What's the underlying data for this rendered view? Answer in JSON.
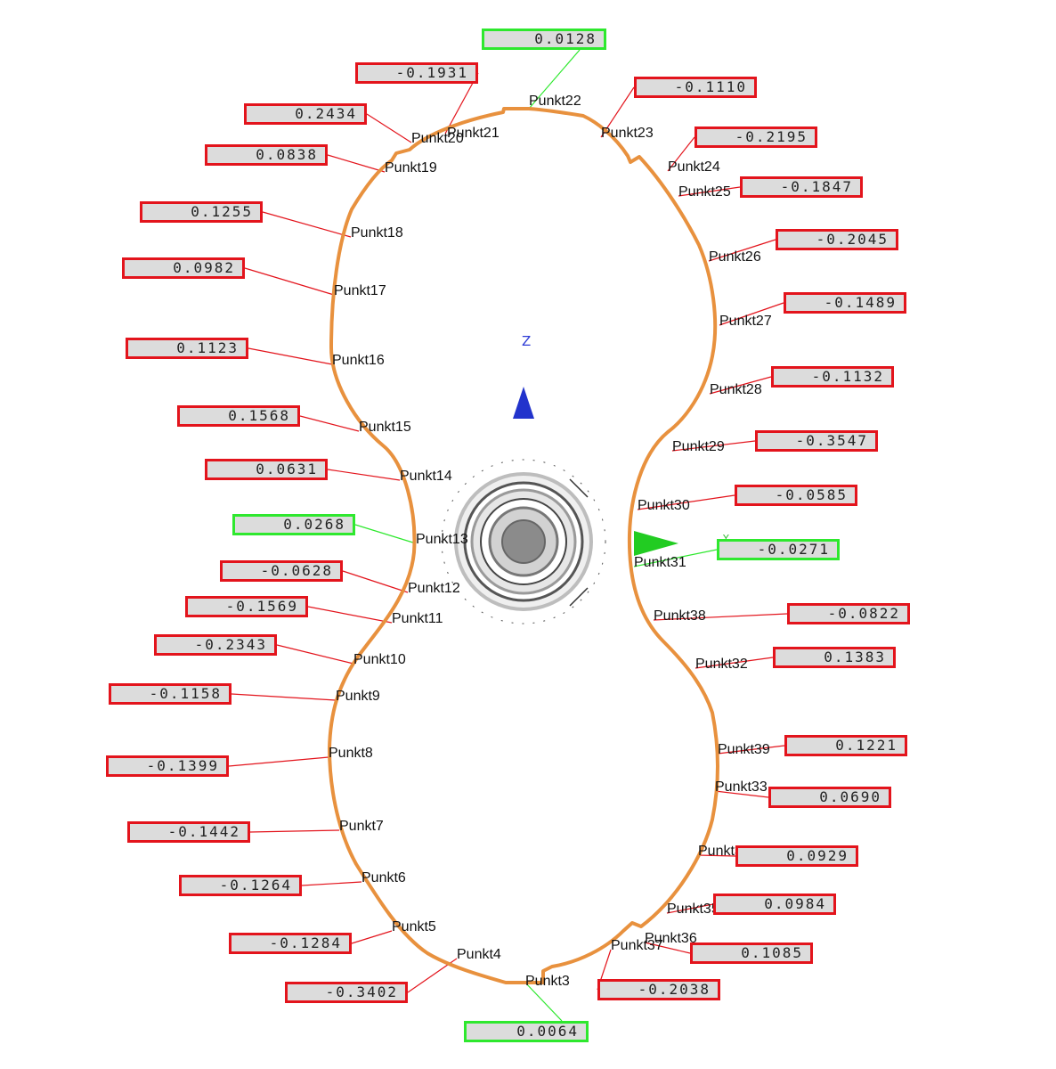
{
  "axis": {
    "z_label": "Z",
    "y_label": "Y"
  },
  "colors": {
    "contour": "#e8913e",
    "fail": "#e3141c",
    "pass": "#2ee82e",
    "box_fill": "#dcdcdc"
  },
  "points": [
    {
      "label": "Punkt22",
      "value": "0.0128",
      "status": "pass"
    },
    {
      "label": "Punkt21",
      "value": "-0.1931",
      "status": "fail"
    },
    {
      "label": "Punkt20",
      "value": "0.2434",
      "status": "fail"
    },
    {
      "label": "Punkt19",
      "value": "0.0838",
      "status": "fail"
    },
    {
      "label": "Punkt18",
      "value": "0.1255",
      "status": "fail"
    },
    {
      "label": "Punkt17",
      "value": "0.0982",
      "status": "fail"
    },
    {
      "label": "Punkt16",
      "value": "0.1123",
      "status": "fail"
    },
    {
      "label": "Punkt15",
      "value": "0.1568",
      "status": "fail"
    },
    {
      "label": "Punkt14",
      "value": "0.0631",
      "status": "fail"
    },
    {
      "label": "Punkt13",
      "value": "0.0268",
      "status": "pass"
    },
    {
      "label": "Punkt12",
      "value": "-0.0628",
      "status": "fail"
    },
    {
      "label": "Punkt11",
      "value": "-0.1569",
      "status": "fail"
    },
    {
      "label": "Punkt10",
      "value": "-0.2343",
      "status": "fail"
    },
    {
      "label": "Punkt9",
      "value": "-0.1158",
      "status": "fail"
    },
    {
      "label": "Punkt8",
      "value": "-0.1399",
      "status": "fail"
    },
    {
      "label": "Punkt7",
      "value": "-0.1442",
      "status": "fail"
    },
    {
      "label": "Punkt6",
      "value": "-0.1264",
      "status": "fail"
    },
    {
      "label": "Punkt5",
      "value": "-0.1284",
      "status": "fail"
    },
    {
      "label": "Punkt4",
      "value": "-0.3402",
      "status": "fail"
    },
    {
      "label": "Punkt3",
      "value": "0.0064",
      "status": "pass"
    },
    {
      "label": "Punkt23",
      "value": "-0.1110",
      "status": "fail"
    },
    {
      "label": "Punkt24",
      "value": "-0.2195",
      "status": "fail"
    },
    {
      "label": "Punkt25",
      "value": "-0.1847",
      "status": "fail"
    },
    {
      "label": "Punkt26",
      "value": "-0.2045",
      "status": "fail"
    },
    {
      "label": "Punkt27",
      "value": "-0.1489",
      "status": "fail"
    },
    {
      "label": "Punkt28",
      "value": "-0.1132",
      "status": "fail"
    },
    {
      "label": "Punkt29",
      "value": "-0.3547",
      "status": "fail"
    },
    {
      "label": "Punkt30",
      "value": "-0.0585",
      "status": "fail"
    },
    {
      "label": "Punkt31",
      "value": "-0.0271",
      "status": "pass"
    },
    {
      "label": "Punkt38",
      "value": "-0.0822",
      "status": "fail"
    },
    {
      "label": "Punkt32",
      "value": "0.1383",
      "status": "fail"
    },
    {
      "label": "Punkt39",
      "value": "0.1221",
      "status": "fail"
    },
    {
      "label": "Punkt33",
      "value": "0.0690",
      "status": "fail"
    },
    {
      "label": "Punkt34",
      "value": "0.0929",
      "status": "fail"
    },
    {
      "label": "Punkt35",
      "value": "0.0984",
      "status": "fail"
    },
    {
      "label": "Punkt36",
      "value": "0.1085",
      "status": "fail"
    },
    {
      "label": "Punkt37",
      "value": "-0.2038",
      "status": "fail"
    }
  ]
}
